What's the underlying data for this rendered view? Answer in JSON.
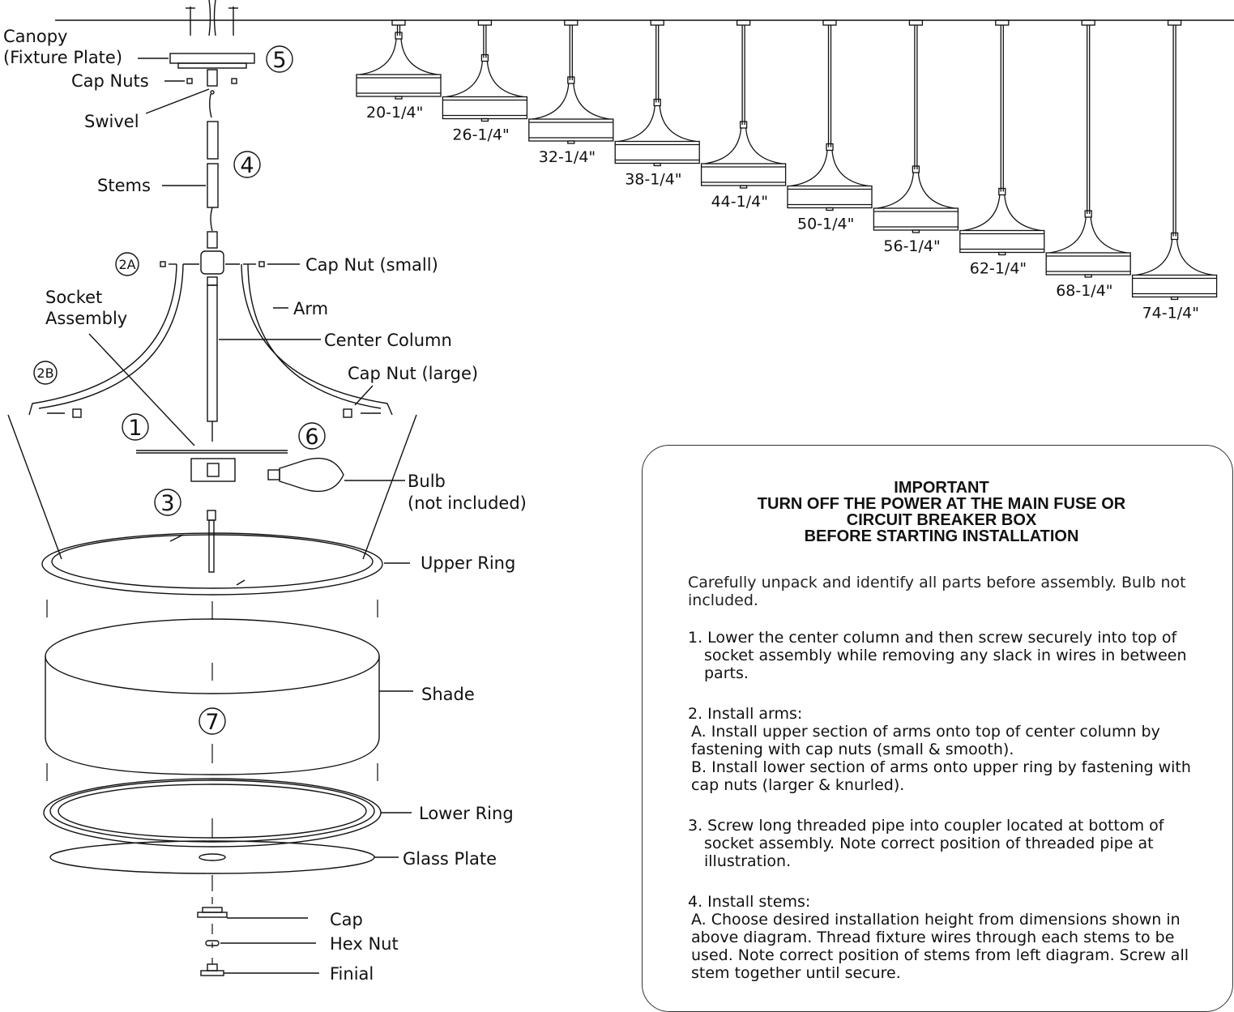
{
  "labels": {
    "canopy": [
      "Canopy",
      "(Fixture Plate)"
    ],
    "cap_nuts": "Cap Nuts",
    "swivel": "Swivel",
    "stems": "Stems",
    "cap_nut_small": "Cap Nut (small)",
    "socket_assembly": [
      "Socket",
      "Assembly"
    ],
    "arm": "Arm",
    "center_column": "Center Column",
    "cap_nut_large": "Cap Nut (large)",
    "bulb": [
      "Bulb",
      "(not included)"
    ],
    "upper_ring": "Upper Ring",
    "shade": "Shade",
    "lower_ring": "Lower Ring",
    "glass_plate": "Glass Plate",
    "cap": "Cap",
    "hex_nut": "Hex Nut",
    "finial": "Finial"
  },
  "step_markers": {
    "m1": "1",
    "m2a": "2A",
    "m2b": "2B",
    "m3": "3",
    "m4": "4",
    "m5": "5",
    "m6": "6",
    "m7": "7"
  },
  "heights": [
    "20-1/4\"",
    "26-1/4\"",
    "32-1/4\"",
    "38-1/4\"",
    "44-1/4\"",
    "50-1/4\"",
    "56-1/4\"",
    "62-1/4\"",
    "68-1/4\"",
    "74-1/4\""
  ],
  "instructions": {
    "important": [
      "IMPORTANT",
      "TURN OFF THE POWER AT THE MAIN FUSE OR",
      "CIRCUIT BREAKER BOX",
      "BEFORE STARTING INSTALLATION"
    ],
    "intro": "Carefully unpack and identify all parts before assembly.  Bulb not included.",
    "step1": "1. Lower the center column and then screw securely into top of socket assembly while removing any slack in wires in between parts.",
    "step2_head": "2. Install arms:",
    "step2_a": "A. Install upper section of arms onto top of center column by fastening with cap nuts (small & smooth).",
    "step2_b": "B. Install lower section of arms onto upper ring by fastening with cap nuts (larger & knurled).",
    "step3": "3. Screw long threaded pipe into coupler located at bottom of socket assembly.  Note correct position of threaded pipe at illustration.",
    "step4_head": "4. Install stems:",
    "step4_a": "A.  Choose desired installation height from dimensions shown in above diagram. Thread fixture wires through each stems to be used.  Note correct position of stems from left diagram.  Screw all stem together until secure."
  }
}
